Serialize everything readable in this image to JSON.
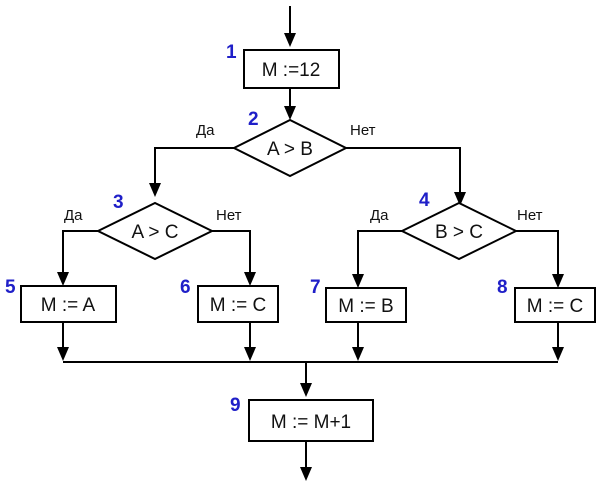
{
  "nodes": [
    {
      "number": "1",
      "text": "M :=12"
    },
    {
      "number": "2",
      "text": "A > B"
    },
    {
      "number": "3",
      "text": "A > C"
    },
    {
      "number": "4",
      "text": "B > C"
    },
    {
      "number": "5",
      "text": "M := A"
    },
    {
      "number": "6",
      "text": "M := C"
    },
    {
      "number": "7",
      "text": "M := B"
    },
    {
      "number": "8",
      "text": "M := C"
    },
    {
      "number": "9",
      "text": "M := M+1"
    }
  ],
  "branches": {
    "d2": {
      "yes": "Да",
      "no": "Нет"
    },
    "d3": {
      "yes": "Да",
      "no": "Нет"
    },
    "d4": {
      "yes": "Да",
      "no": "Нет"
    }
  }
}
